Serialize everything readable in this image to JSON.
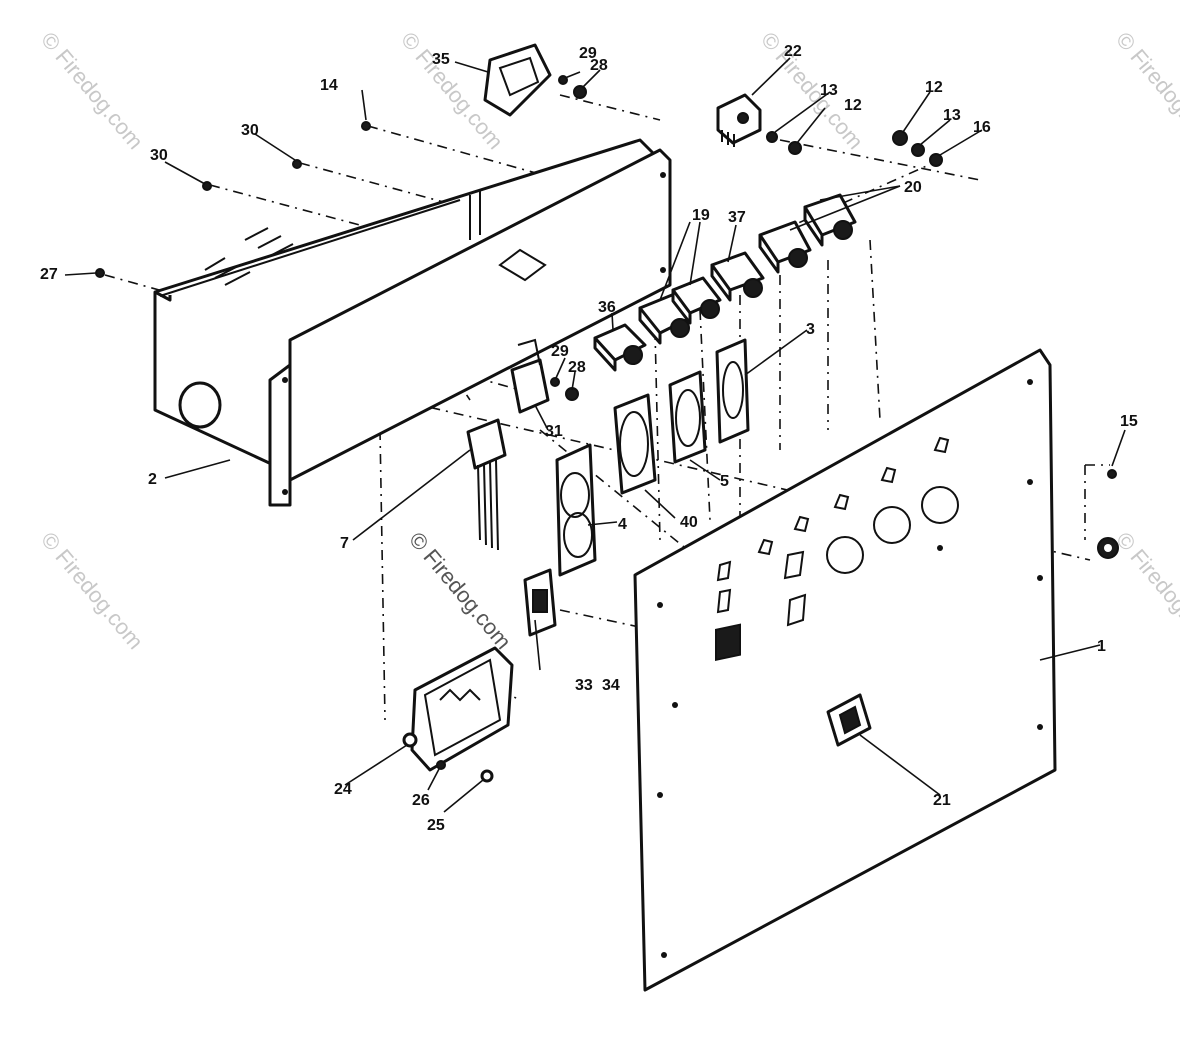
{
  "watermarks": {
    "brand": "© Firedog.com"
  },
  "callouts": {
    "c1": "1",
    "c2": "2",
    "c3": "3",
    "c4": "4",
    "c5": "5",
    "c7": "7",
    "c12a": "12",
    "c12b": "12",
    "c13a": "13",
    "c13b": "13",
    "c14": "14",
    "c15": "15",
    "c16": "16",
    "c19": "19",
    "c20": "20",
    "c21": "21",
    "c22": "22",
    "c24": "24",
    "c25": "25",
    "c26": "26",
    "c27": "27",
    "c28a": "28",
    "c28b": "28",
    "c29a": "29",
    "c29b": "29",
    "c30a": "30",
    "c30b": "30",
    "c31": "31",
    "c33": "33",
    "c34": "34",
    "c35": "35",
    "c36": "36",
    "c37": "37",
    "c40": "40"
  }
}
